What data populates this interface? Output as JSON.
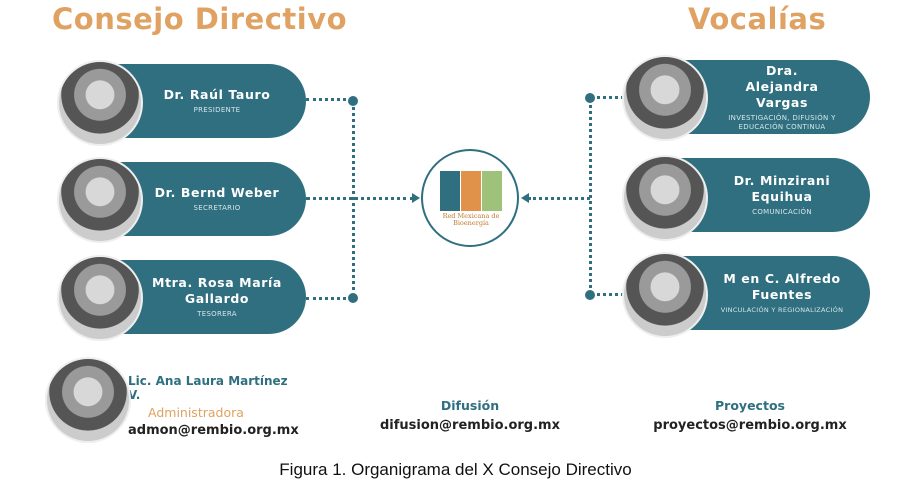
{
  "left_title": "Consejo Directivo",
  "right_title": "Vocalías",
  "consejo": [
    {
      "name": "Dr. Raúl Tauro",
      "role": "PRESIDENTE"
    },
    {
      "name": "Dr. Bernd Weber",
      "role": "SECRETARIO"
    },
    {
      "name": "Mtra. Rosa María Gallardo",
      "role": "TESORERA"
    }
  ],
  "vocalias": [
    {
      "name": "Dra. Alejandra Vargas",
      "role": "INVESTIGACIÓN, DIFUSIÓN Y EDUCACIÓN CONTINUA"
    },
    {
      "name": "Dr. Minzirani Equihua",
      "role": "COMUNICACIÓN"
    },
    {
      "name": "M en C.  Alfredo Fuentes",
      "role": "VINCULACIÓN Y REGIONALIZACIÓN"
    }
  ],
  "logo": {
    "text": "Red Mexicana de Bioenergía",
    "colors": [
      "#2f6f80",
      "#e0914a",
      "#9fc27a"
    ]
  },
  "admin": {
    "name": "Lic. Ana Laura Martínez V.",
    "role": "Administradora",
    "email": "admon@rembio.org.mx"
  },
  "difusion": {
    "label": "Difusión",
    "email": "difusion@rembio.org.mx"
  },
  "proyectos": {
    "label": "Proyectos",
    "email": "proyectos@rembio.org.mx"
  },
  "caption": "Figura 1. Organigrama del X Consejo Directivo"
}
